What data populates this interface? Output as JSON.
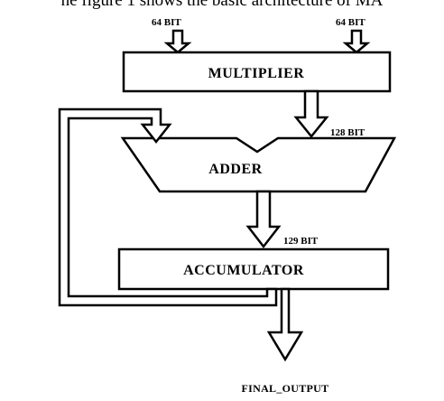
{
  "caption": "he figure 1 shows the basic architecture of MA",
  "diagram": {
    "inputs": {
      "left_width": "64 BIT",
      "right_width": "64 BIT"
    },
    "blocks": {
      "multiplier": "MULTIPLIER",
      "adder": "ADDER",
      "accumulator": "ACCUMULATOR"
    },
    "widths": {
      "multiplier_to_adder": "128 BIT",
      "adder_to_accumulator": "129 BIT"
    },
    "output": {
      "label": "FINAL_OUTPUT"
    }
  }
}
